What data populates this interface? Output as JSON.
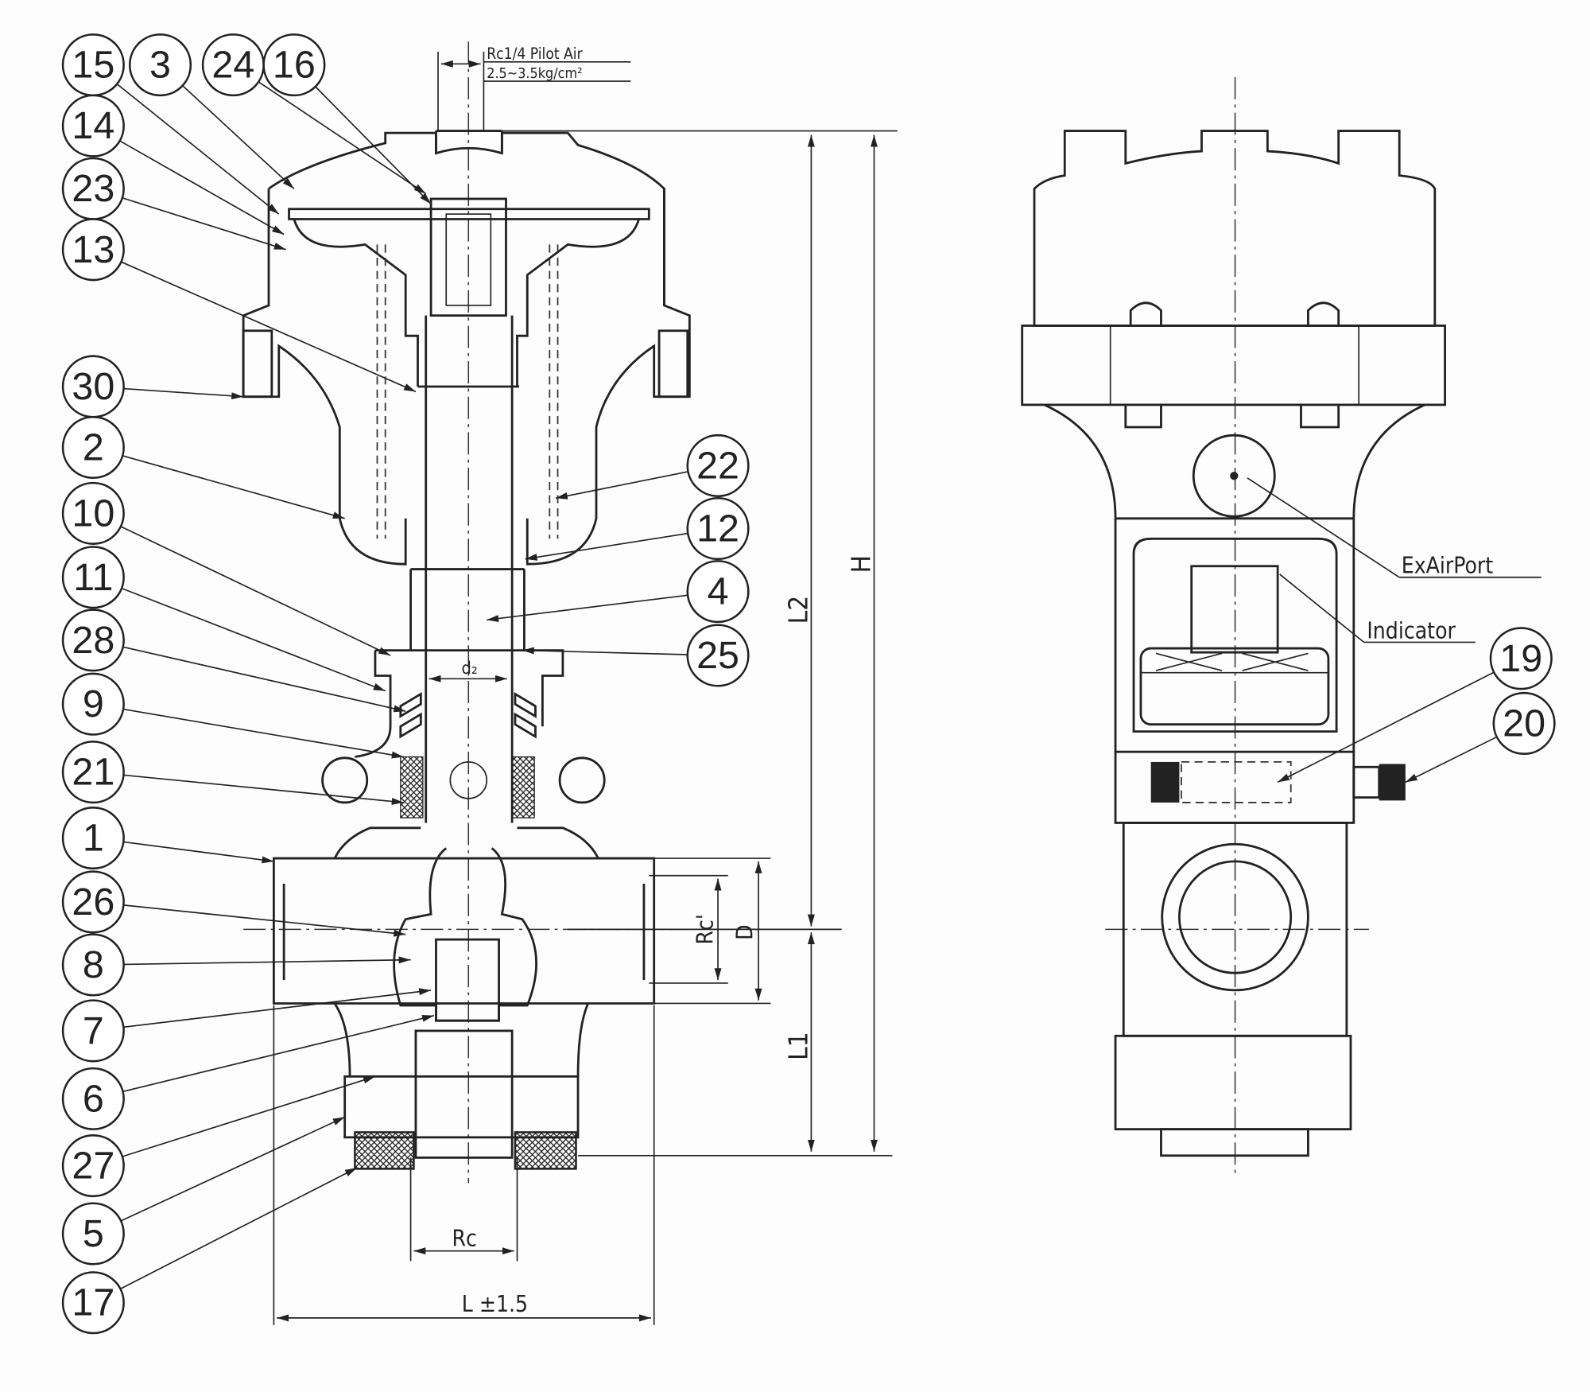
{
  "drawing": {
    "pilot_air_label": "Rc1/4 Pilot Air",
    "pilot_pressure_label": "2.5~3.5kg/cm²",
    "ex_air_port_label": "ExAirPort",
    "indicator_label": "Indicator",
    "dimensions": {
      "H": "H",
      "L2": "L2",
      "L1": "L1",
      "D": "D",
      "Rc_prime": "Rc'",
      "d2": "d₂",
      "Rc": "Rc",
      "L": "L ±1.5"
    },
    "part_balloons": [
      "15",
      "3",
      "24",
      "16",
      "14",
      "23",
      "13",
      "30",
      "2",
      "10",
      "11",
      "28",
      "9",
      "21",
      "1",
      "26",
      "8",
      "7",
      "6",
      "27",
      "5",
      "17",
      "22",
      "12",
      "4",
      "25",
      "19",
      "20"
    ]
  },
  "colors": {
    "ink": "#222222",
    "paper": "#fdfdfd"
  }
}
